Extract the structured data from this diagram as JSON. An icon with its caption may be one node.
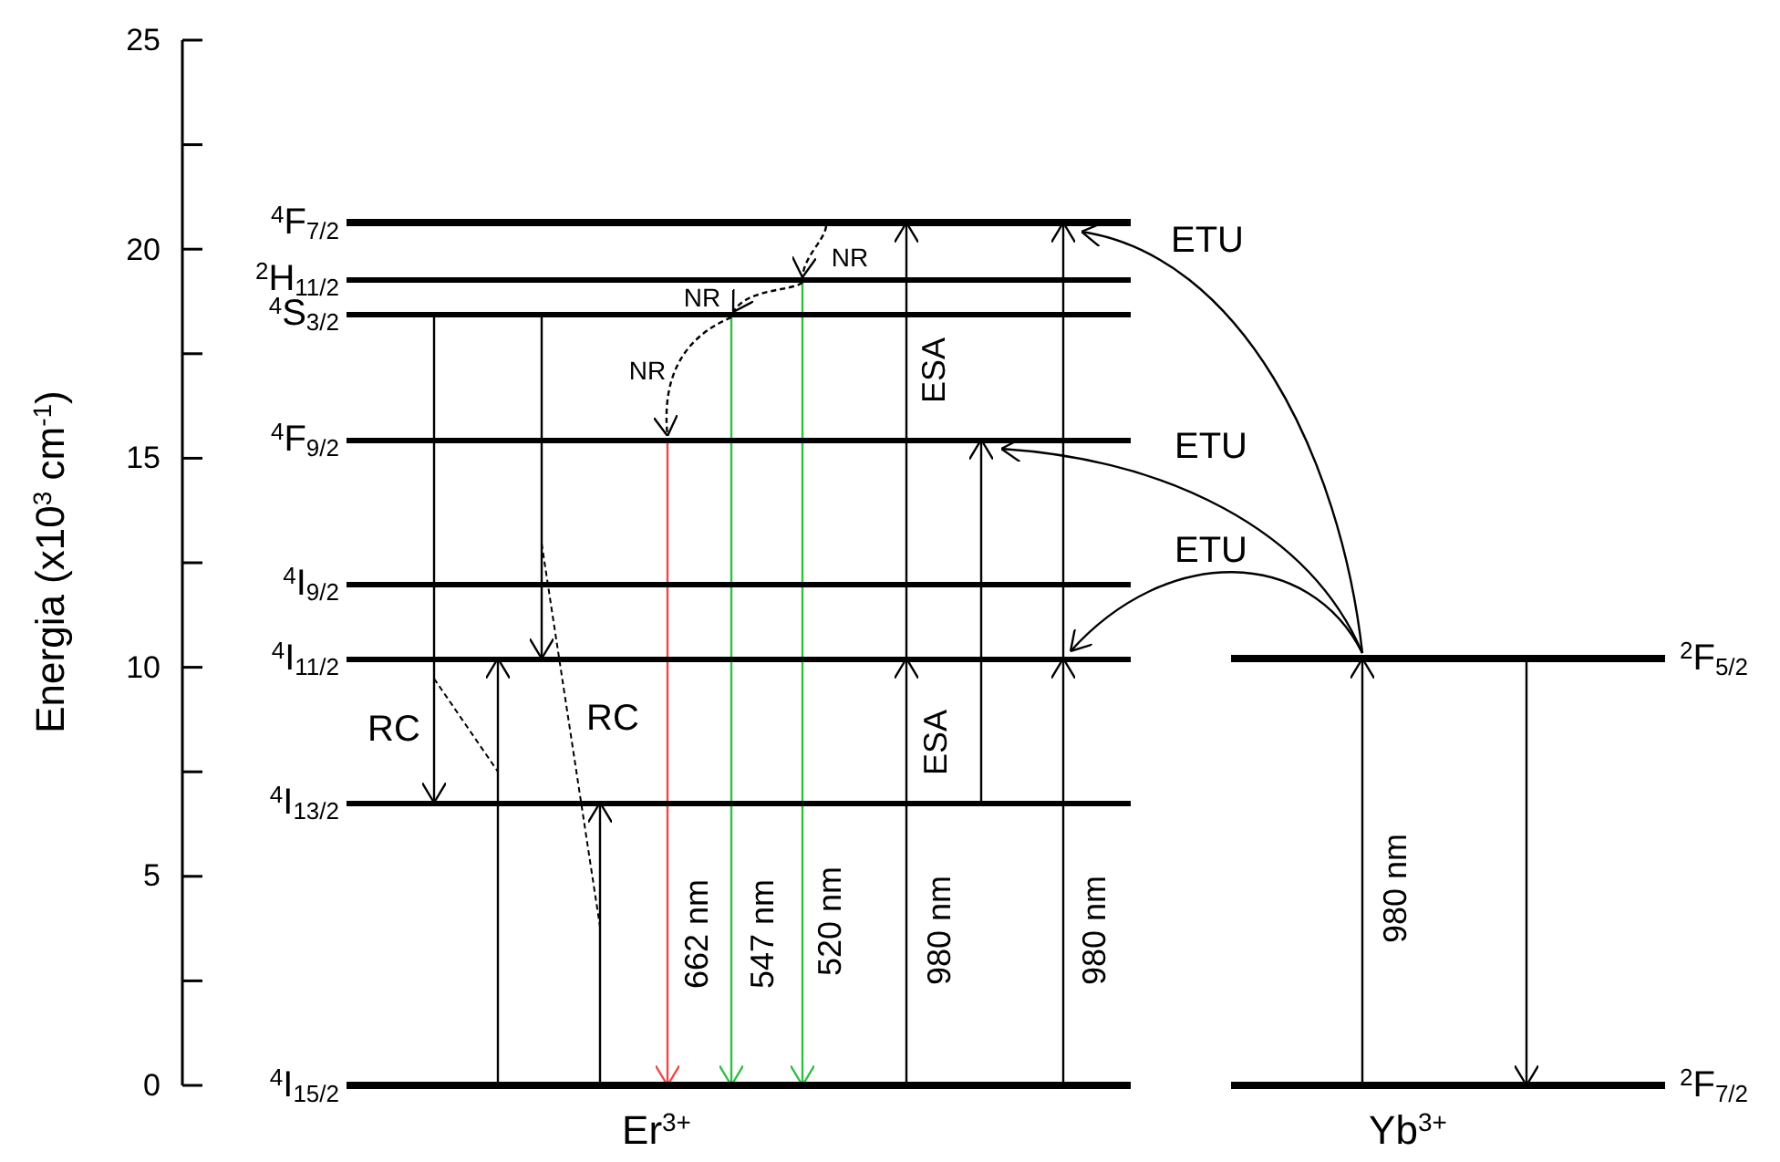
{
  "diagram": {
    "nodes": [
      {
        "text": [
          "$^{4}$F$_{7/2}$"
        ]
      },
      {
        "text": [
          "$^{2}$H$_{11/2}$"
        ]
      },
      {
        "text": [
          "$^{4}$S$_{3/2}$"
        ]
      },
      {
        "text": [
          "$^{4}$F$_{9/2}$"
        ]
      },
      {
        "text": [
          "$^{4}$I$_{9/2}$"
        ]
      },
      {
        "text": [
          "$^{4}$I$_{11/2}$"
        ]
      },
      {
        "text": [
          "$^{4}$I$_{13/2}$"
        ]
      },
      {
        "text": [
          "$^{4}$I$_{15/2}$"
        ]
      },
      {
        "text": [
          "$^{2}$F$_{5/2}$"
        ]
      },
      {
        "text": [
          "$^{2}$F$_{7/2}$"
        ]
      }
    ],
    "edges": [
      {
        "from": 2,
        "to": 6,
        "arrow": "to"
      },
      {
        "from": 2,
        "to": 5,
        "arrow": "to"
      },
      {
        "from": 7,
        "to": 5,
        "arrow": "to"
      },
      {
        "from": 7,
        "to": 6,
        "arrow": "to"
      },
      {
        "from": 3,
        "to": 7,
        "arrow": "to",
        "label": "662 nm",
        "color": "#f04848"
      },
      {
        "from": 2,
        "to": 7,
        "arrow": "to",
        "label": "547 nm",
        "color": "#2fc040"
      },
      {
        "from": 1,
        "to": 7,
        "arrow": "to",
        "label": "520 nm",
        "color": "#2fc040"
      },
      {
        "from": 0,
        "to": 1,
        "arrow": "to",
        "label": "NR",
        "style": "dashed"
      },
      {
        "from": 1,
        "to": 2,
        "arrow": "to",
        "label": "NR",
        "style": "dashed"
      },
      {
        "from": 2,
        "to": 3,
        "arrow": "to",
        "label": "NR",
        "style": "dashed"
      },
      {
        "from": 7,
        "to": 5,
        "arrow": "to",
        "label": "980 nm"
      },
      {
        "from": 5,
        "to": 0,
        "arrow": "to",
        "label": "ESA"
      },
      {
        "from": 6,
        "to": 3,
        "arrow": "to",
        "label": "ESA"
      },
      {
        "from": 7,
        "to": 5,
        "arrow": "to",
        "label": "980 nm"
      },
      {
        "from": 5,
        "to": 0,
        "arrow": "to"
      },
      {
        "from": 9,
        "to": 8,
        "arrow": "to",
        "label": "980 nm"
      },
      {
        "from": 8,
        "to": 9,
        "arrow": "to"
      },
      {
        "from": 8,
        "to": 0,
        "arrow": "to",
        "label": "ETU"
      },
      {
        "from": 8,
        "to": 3,
        "arrow": "to",
        "label": "ETU"
      },
      {
        "from": 8,
        "to": 5,
        "arrow": "to",
        "label": "ETU"
      }
    ],
    "labels": [
      "Energia (x10$^{3}$ cm$^{-1}$)",
      "25",
      "20",
      "15",
      "10",
      "5",
      "0",
      "RC",
      "RC",
      "Er$^{3+}$",
      "Yb$^{3+}$"
    ]
  }
}
